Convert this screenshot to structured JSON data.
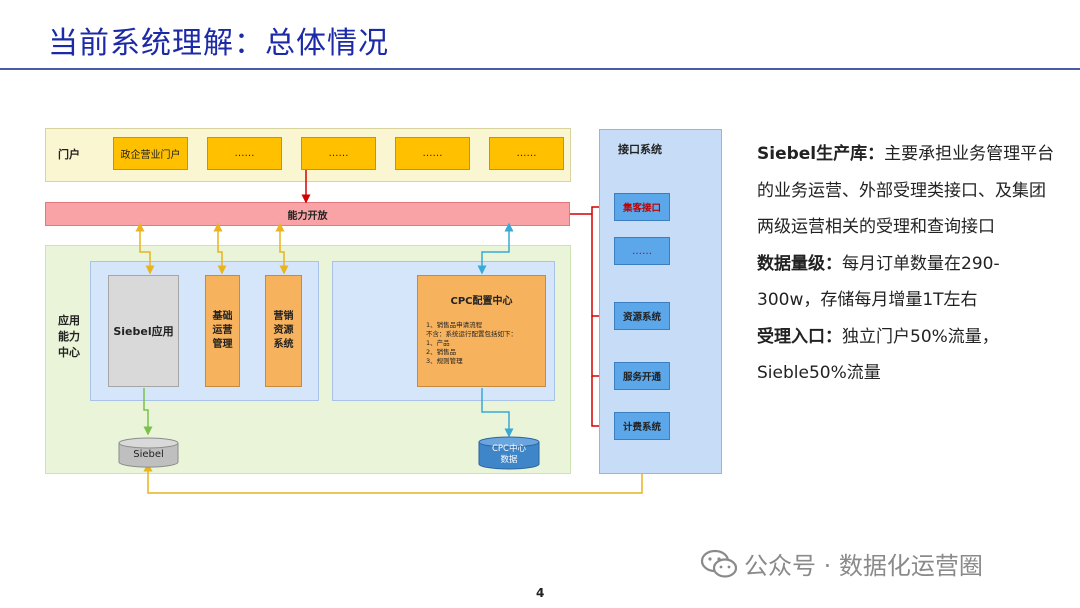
{
  "title": "当前系统理解：总体情况",
  "page_number": "4",
  "watermark": "公众号 · 数据化运营圈",
  "diagram": {
    "portal_label": "门户",
    "portal_items": [
      "政企营业门户",
      "……",
      "……",
      "……",
      "……"
    ],
    "capability_open": "能力开放",
    "app_center_label": "应用\n能力\n中心",
    "siebel_app": "Siebel应用",
    "basic_ops": "基础\n运营\n管理",
    "marketing": "营销\n资源\n系统",
    "cpc_title": "CPC配置中心",
    "cpc_lines": [
      "1、销售品申请流程",
      "不含：系统运行配置包括如下：",
      "1、产品",
      "2、销售品",
      "3、规则管理"
    ],
    "siebel_db": "Siebel",
    "cpc_db": "CPC中心\n数据",
    "interface_title": "接口系统",
    "interface_items": [
      "集客接口",
      "……",
      "资源系统",
      "服务开通",
      "计费系统"
    ]
  },
  "description": {
    "p1_bold": "Siebel生产库：",
    "p1_text": "主要承担业务管理平台的业务运营、外部受理类接口、及集团两级运营相关的受理和查询接口",
    "p2_bold": "数据量级：",
    "p2_text": "每月订单数量在290-300w，存储每月增量1T左右",
    "p3_bold": "受理入口：",
    "p3_text": "独立门户50%流量，Sieble50%流量"
  },
  "colors": {
    "title": "#1c2aa8",
    "portal_bg": "#fbf6d2",
    "app_bg": "#eaf4d8",
    "blue_panel": "#d6e6fa",
    "interface_bg": "#c7ddf7",
    "orange_box": "#f7b25e",
    "gold_box": "#ffc000",
    "capability_bar": "#f9a3a7",
    "red_arrow": "#d40000",
    "gold_arrow": "#e8b420",
    "cyan_arrow": "#39a9d6",
    "green_arrow": "#7bc04a"
  }
}
